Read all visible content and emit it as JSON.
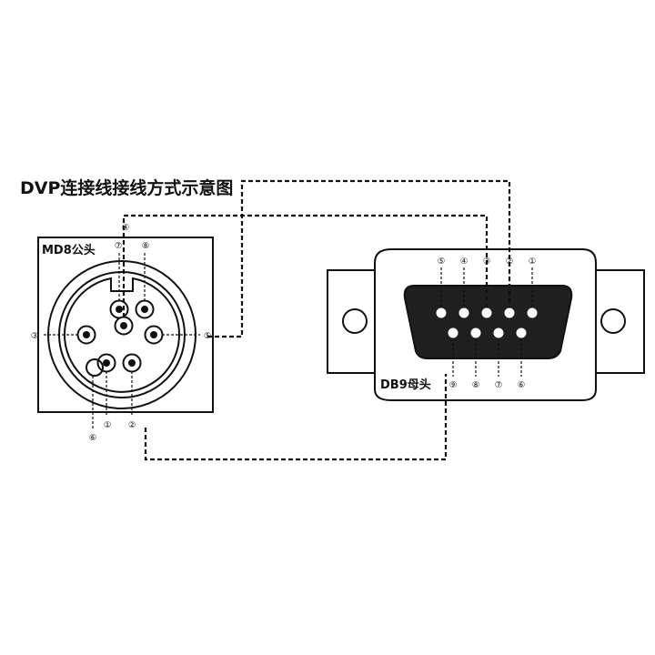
{
  "title": "DVP连接线接线方式示意图",
  "md8": {
    "label": "MD8公头",
    "numbers": [
      "①",
      "②",
      "③",
      "④",
      "⑤",
      "⑥",
      "⑦",
      "⑧"
    ]
  },
  "db9": {
    "label": "DB9母头",
    "top_numbers": [
      "⑤",
      "④",
      "③",
      "②",
      "①"
    ],
    "bottom_numbers": [
      "⑨",
      "⑧",
      "⑦",
      "⑥"
    ]
  }
}
